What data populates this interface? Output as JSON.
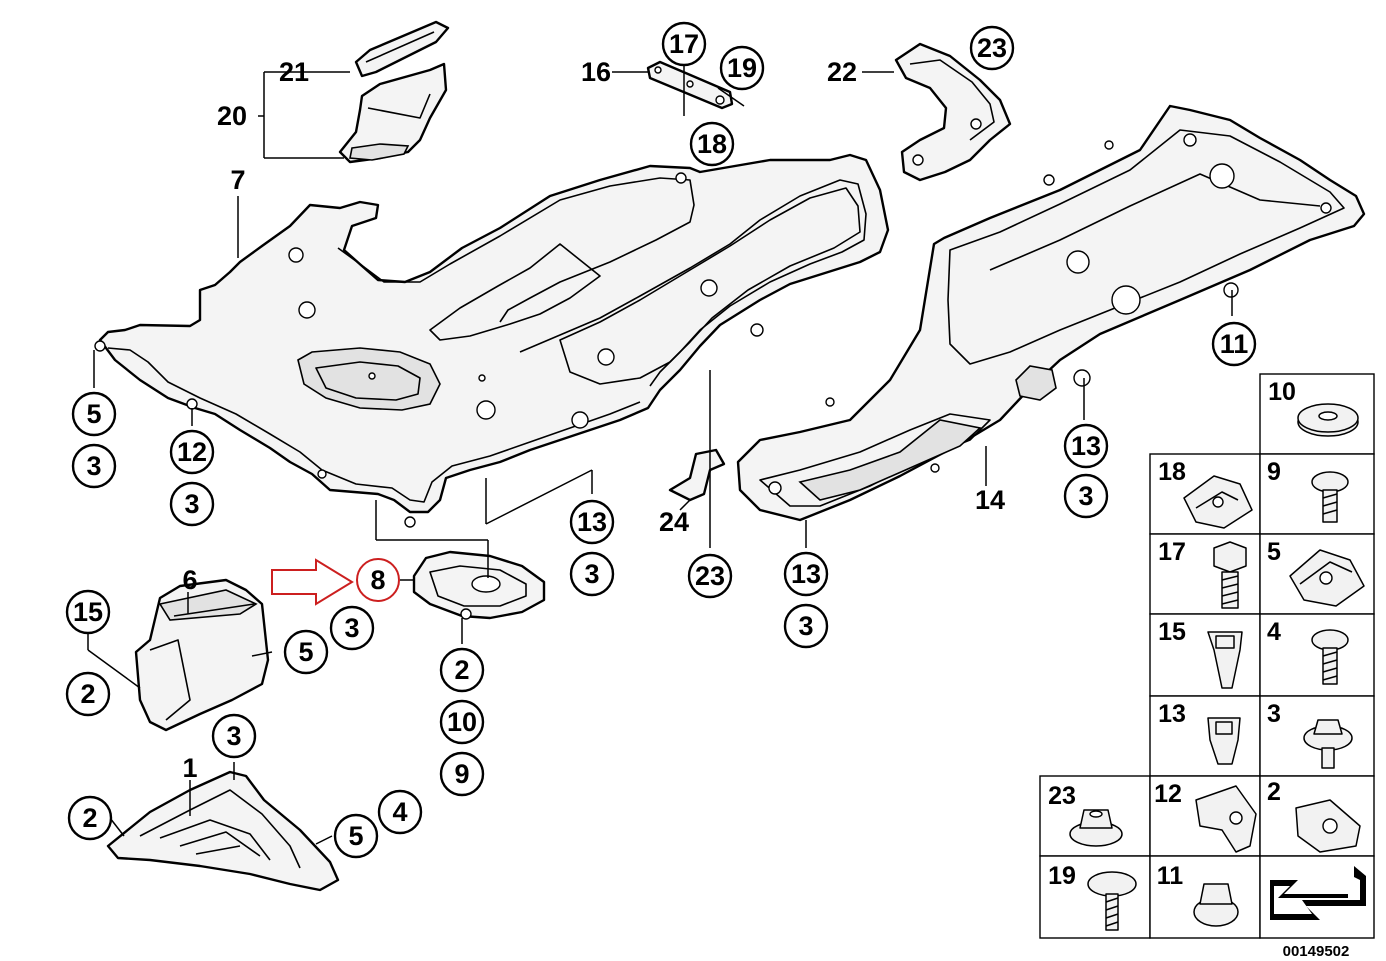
{
  "diagram": {
    "part_numbers": [
      "1",
      "2",
      "3",
      "4",
      "5",
      "6",
      "7",
      "8",
      "9",
      "10",
      "11",
      "12",
      "13",
      "14",
      "15",
      "16",
      "17",
      "18",
      "19",
      "20",
      "21",
      "22",
      "23",
      "24"
    ],
    "highlighted_callout": "8",
    "highlight_color": "#cc1f1f",
    "reference_number": "00149502",
    "legend": {
      "rows": [
        [
          "",
          "10"
        ],
        [
          "18",
          "9"
        ],
        [
          "17",
          "5"
        ],
        [
          "15",
          "4"
        ],
        [
          "13",
          "3"
        ],
        [
          "23",
          "12",
          "2"
        ],
        [
          "19",
          "11",
          "arrow"
        ]
      ]
    }
  }
}
